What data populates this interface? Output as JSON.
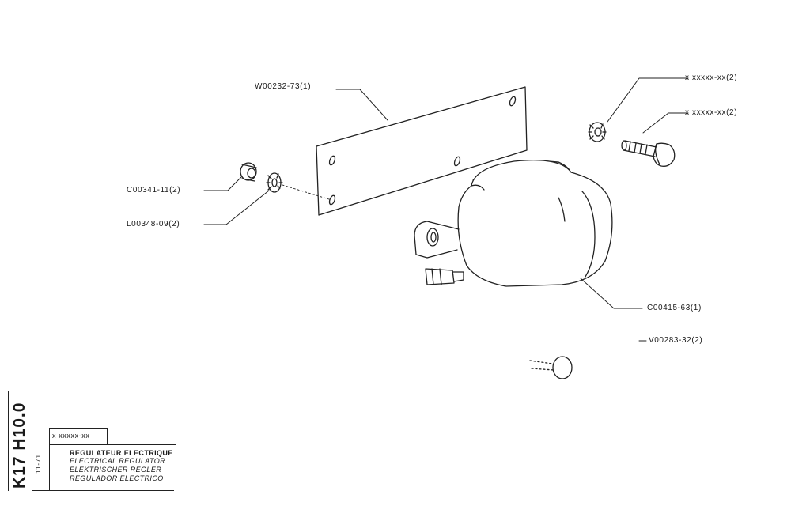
{
  "callouts": {
    "plate": "W00232-73(1)",
    "washer_top": "x xxxxx-xx(2)",
    "screw_top": "x xxxxx-xx(2)",
    "nut": "C00341-11(2)",
    "lock_washer": "L00348-09(2)",
    "regulator": "C00415-63(1)",
    "bolt": "V00283-32(2)"
  },
  "title_block": {
    "code": "K17 H10.0",
    "ref": "x xxxxx-xx",
    "date": "11-71",
    "titles": [
      "REGULATEUR ELECTRIQUE",
      "ELECTRICAL REGULATOR",
      "ELEKTRISCHER REGLER",
      "REGULADOR ELECTRICO"
    ]
  }
}
